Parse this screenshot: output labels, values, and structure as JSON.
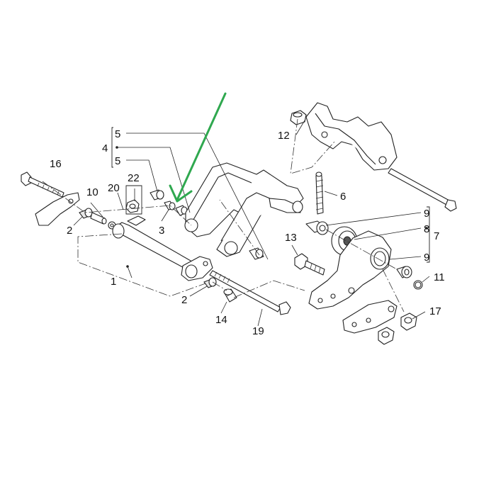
{
  "diagram": {
    "callouts": {
      "c1": "1",
      "c2a": "2",
      "c2b": "2",
      "c3": "3",
      "c4": "4",
      "c5a": "5",
      "c5b": "5",
      "c6": "6",
      "c7": "7",
      "c8": "8",
      "c9a": "9",
      "c9b": "9",
      "c10": "10",
      "c11": "11",
      "c12": "12",
      "c13": "13",
      "c14": "14",
      "c16": "16",
      "c17": "17",
      "c19": "19",
      "c20": "20",
      "c22": "22"
    },
    "colors": {
      "line": "#222222",
      "arrow": "#2fa84f",
      "background": "#ffffff"
    }
  }
}
